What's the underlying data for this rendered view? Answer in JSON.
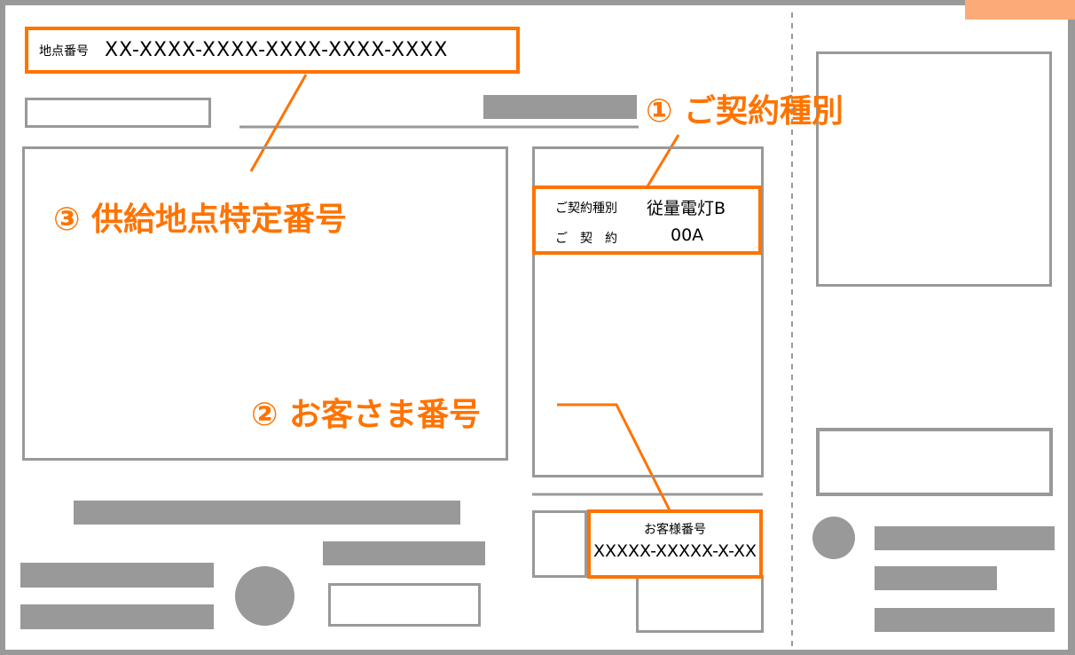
{
  "colors": {
    "accent": "#ff7300",
    "gray": "#999999"
  },
  "supply_point": {
    "label": "地点番号",
    "value": "XX-XXXX-XXXX-XXXX-XXXX-XXXX"
  },
  "contract": {
    "type_label": "ご契約種別",
    "type_value": "従量電灯B",
    "contract_label": "ご　契　約",
    "contract_value": "00A"
  },
  "customer": {
    "label": "お客様番号",
    "value": "XXXXX-XXXXX-X-XX"
  },
  "callouts": {
    "contract_type": "① ご契約種別",
    "customer_number": "② お客さま番号",
    "supply_point_number": "③ 供給地点特定番号"
  }
}
